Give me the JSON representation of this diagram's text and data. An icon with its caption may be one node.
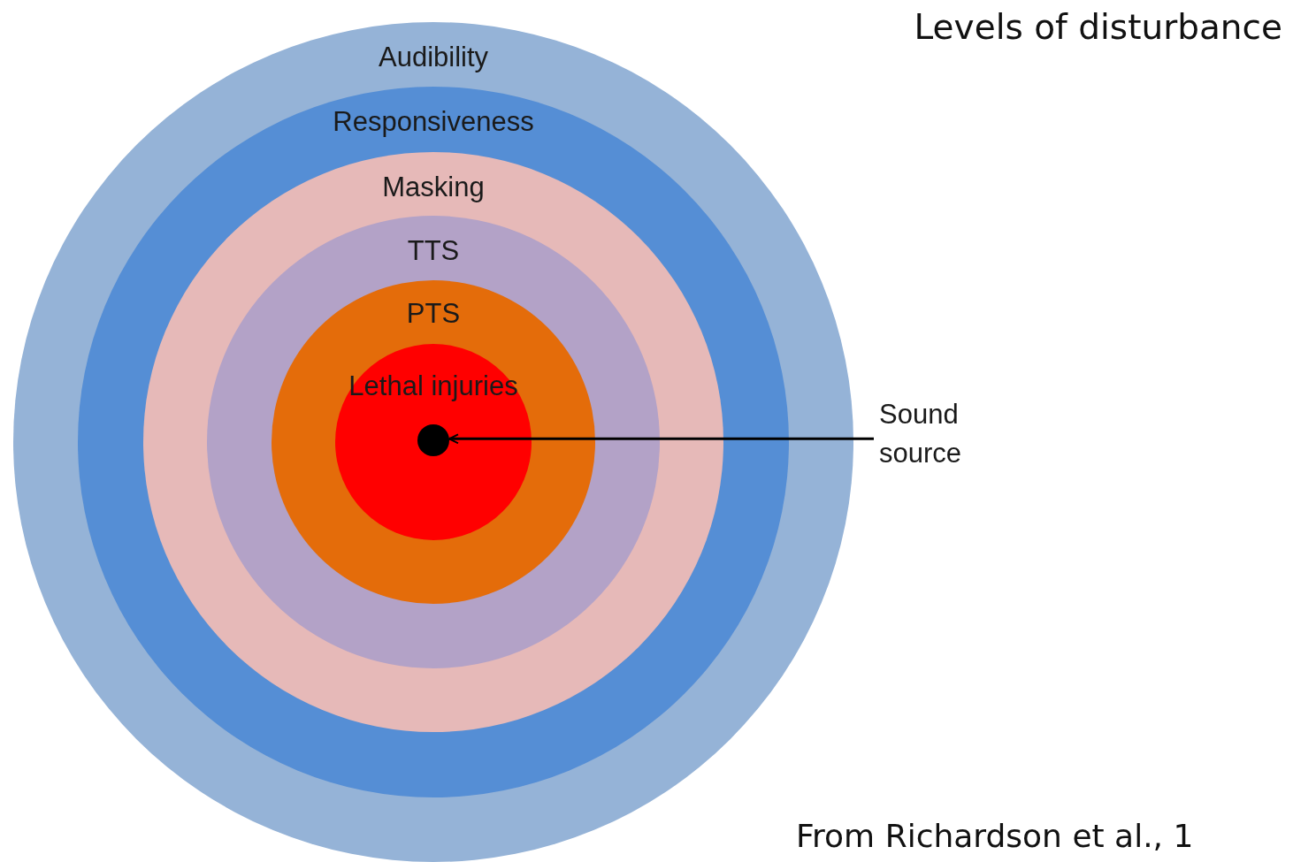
{
  "diagram": {
    "title": "Levels of disturbance",
    "caption": "From Richardson et al., 1",
    "nodes": [
      {
        "text": [
          "Audibility"
        ]
      },
      {
        "text": [
          "Responsiveness"
        ],
        "in": 0
      },
      {
        "text": [
          "Masking"
        ],
        "in": 1
      },
      {
        "text": [
          "TTS"
        ],
        "in": 2
      },
      {
        "text": [
          "PTS"
        ],
        "in": 3
      },
      {
        "text": [
          "Lethal injuries"
        ],
        "in": 4
      },
      {
        "text": [],
        "shape": "circle",
        "in": 5
      },
      {
        "text": [
          "Sound source"
        ]
      }
    ],
    "edges": [
      {
        "from": 7,
        "to": 6,
        "arrow": "to"
      }
    ]
  }
}
